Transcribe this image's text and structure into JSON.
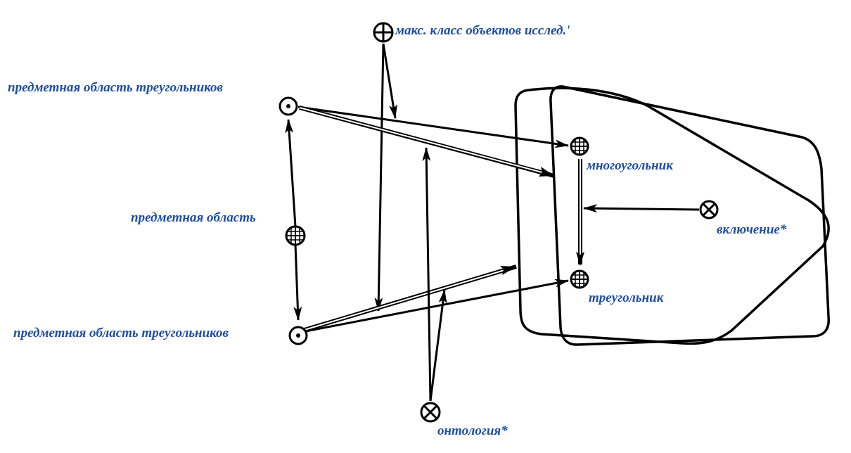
{
  "colors": {
    "label": "#1f4e9c",
    "line": "#000000",
    "background": "#ffffff"
  },
  "nodes": {
    "max_class": {
      "label": "макс. класс объектов исслед.'",
      "icon": "circle-plus-icon"
    },
    "domain_top": {
      "label": "предметная область треугольников",
      "icon": "circle-dot-icon"
    },
    "domain": {
      "label": "предметная область",
      "icon": "circle-grid-icon"
    },
    "domain_bottom": {
      "label": "предметная область треугольников",
      "icon": "circle-dot-icon"
    },
    "polygon": {
      "label": "многоугольник",
      "icon": "circle-grid-icon"
    },
    "triangle": {
      "label": "треугольник",
      "icon": "circle-grid-icon"
    },
    "inclusion": {
      "label": "включение*",
      "icon": "circle-x-icon"
    },
    "ontology": {
      "label": "онтология*",
      "icon": "circle-x-icon"
    }
  }
}
